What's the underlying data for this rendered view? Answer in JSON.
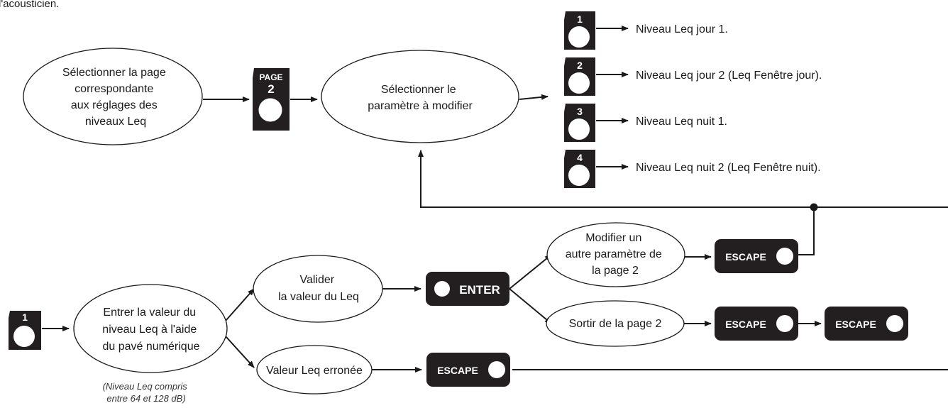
{
  "header_fragment": "l'acousticien.",
  "start_node": "Sélectionner la page correspondante aux réglages des niveaux Leq",
  "page_button": {
    "top": "PAGE",
    "number": "2"
  },
  "select_param_node": "Sélectionner le paramètre à modifier",
  "params": [
    {
      "key": "1",
      "label": "Niveau Leq jour 1."
    },
    {
      "key": "2",
      "label": "Niveau Leq jour 2 (Leq Fenêtre jour)."
    },
    {
      "key": "3",
      "label": "Niveau Leq nuit 1."
    },
    {
      "key": "4",
      "label": "Niveau Leq nuit 2 (Leq Fenêtre nuit)."
    }
  ],
  "key_1": "1",
  "enter_value_node": "Entrer la valeur du niveau Leq à l'aide du pavé numérique",
  "range_note": "(Niveau Leq compris entre 64 et 128 dB)",
  "validate_node": "Valider la valeur du Leq",
  "error_node": "Valeur Leq erronée",
  "enter_button": "ENTER",
  "modify_other_node": "Modifier un autre paramètre de la page 2",
  "exit_page_node": "Sortir de la page 2",
  "escape_label": "ESCAPE"
}
